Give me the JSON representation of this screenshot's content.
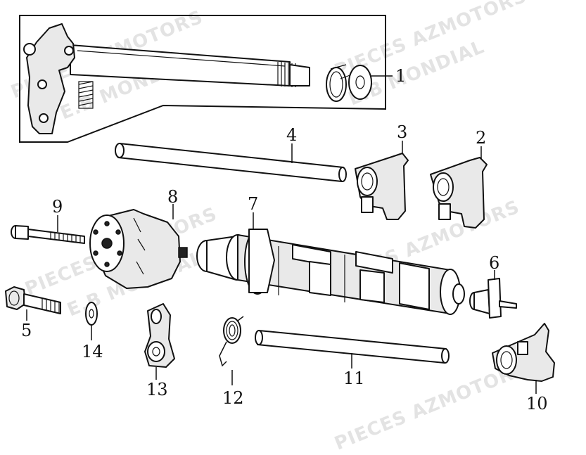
{
  "watermarks": [
    "PIECES AZMOTORS",
    "PIECES AZMOTORS",
    "E.B MONDIAL",
    "E.B MONDIAL",
    "PIECES AZMOTORS",
    "PIECES AZMOTORS",
    "E.B MONDIAL",
    "PIECES AZMOTORS"
  ],
  "callouts": [
    {
      "id": "1",
      "label": "1"
    },
    {
      "id": "2",
      "label": "2"
    },
    {
      "id": "3",
      "label": "3"
    },
    {
      "id": "4",
      "label": "4"
    },
    {
      "id": "5",
      "label": "5"
    },
    {
      "id": "6",
      "label": "6"
    },
    {
      "id": "7",
      "label": "7"
    },
    {
      "id": "8",
      "label": "8"
    },
    {
      "id": "9",
      "label": "9"
    },
    {
      "id": "10",
      "label": "10"
    },
    {
      "id": "11",
      "label": "11"
    },
    {
      "id": "12",
      "label": "12"
    },
    {
      "id": "13",
      "label": "13"
    },
    {
      "id": "14",
      "label": "14"
    }
  ]
}
